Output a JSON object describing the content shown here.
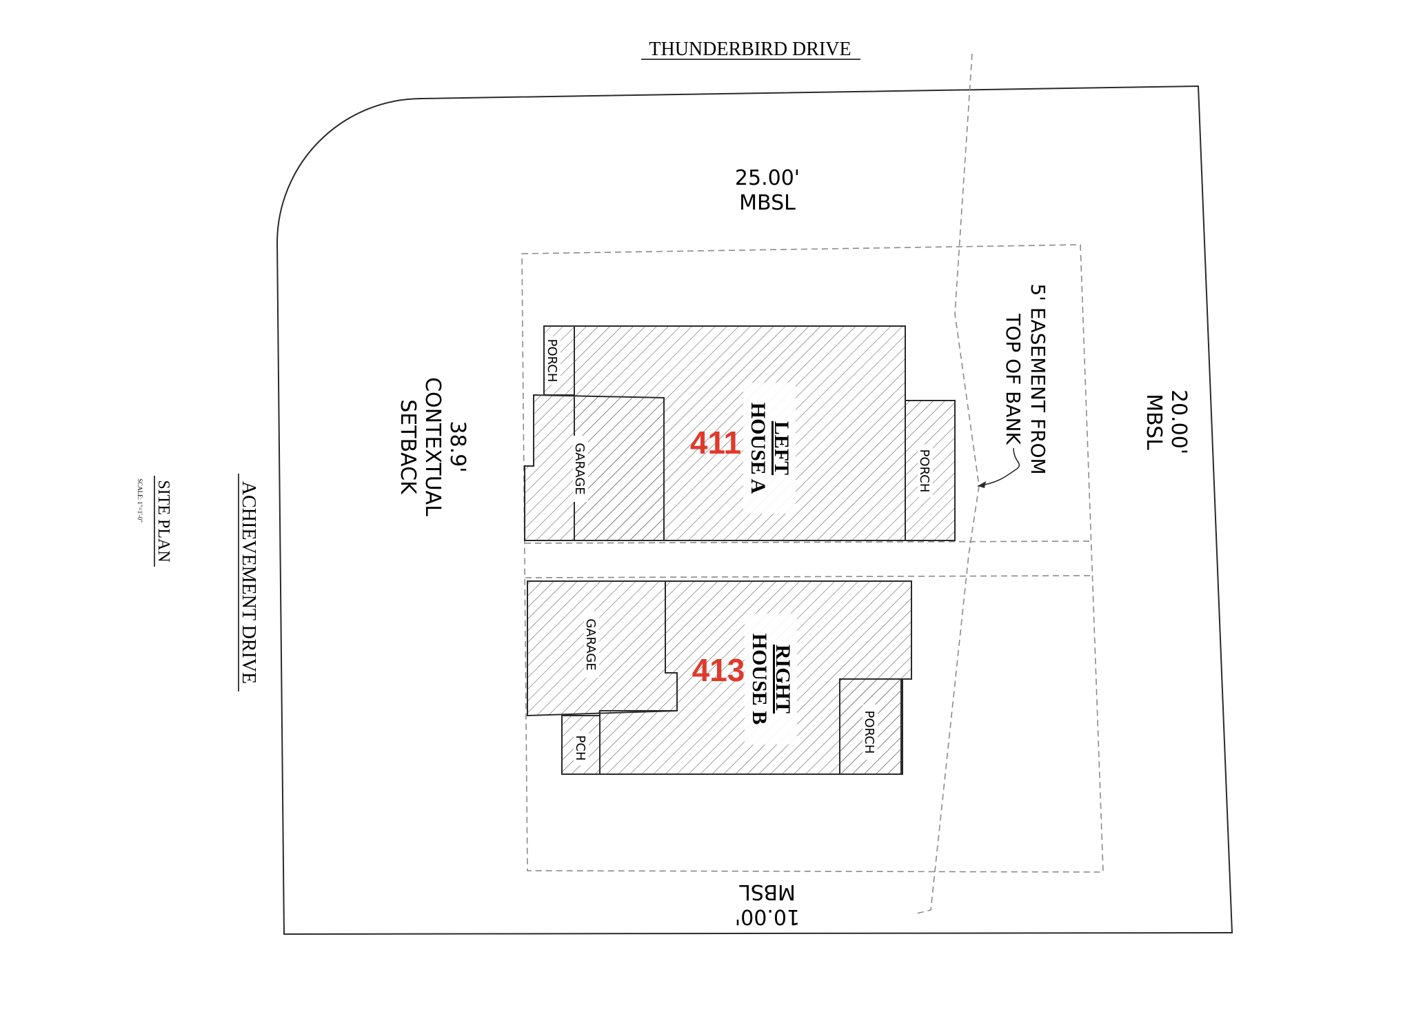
{
  "streets": {
    "north": "THUNDERBIRD DRIVE",
    "west": "ACHIEVEMENT DRIVE"
  },
  "title_block": {
    "title": "SITE PLAN",
    "scale": "SCALE: 1\"=1'-0\""
  },
  "setbacks": {
    "front_value": "25.00'",
    "front_label": "MBSL",
    "side_right_value": "20.00'",
    "side_right_label": "MBSL",
    "rear_value": "10.00'",
    "rear_label": "MBSL",
    "side_left_value": "38.9'",
    "side_left_label_1": "CONTEXTUAL",
    "side_left_label_2": "SETBACK"
  },
  "easement": {
    "line1": "5' EASEMENT FROM",
    "line2": "TOP OF BANK"
  },
  "houses": [
    {
      "number": "411",
      "name_line1": "LEFT",
      "name_line2": "HOUSE A",
      "rooms": [
        "PORCH",
        "GARAGE",
        "PORCH"
      ]
    },
    {
      "number": "413",
      "name_line1": "RIGHT",
      "name_line2": "HOUSE B",
      "rooms": [
        "GARAGE",
        "PCH",
        "PORCH"
      ]
    }
  ],
  "colors": {
    "line": "#2a2a2a",
    "hatch": "#555555",
    "lot_number": "#e0392b",
    "dashed": "#8a8a8a"
  }
}
